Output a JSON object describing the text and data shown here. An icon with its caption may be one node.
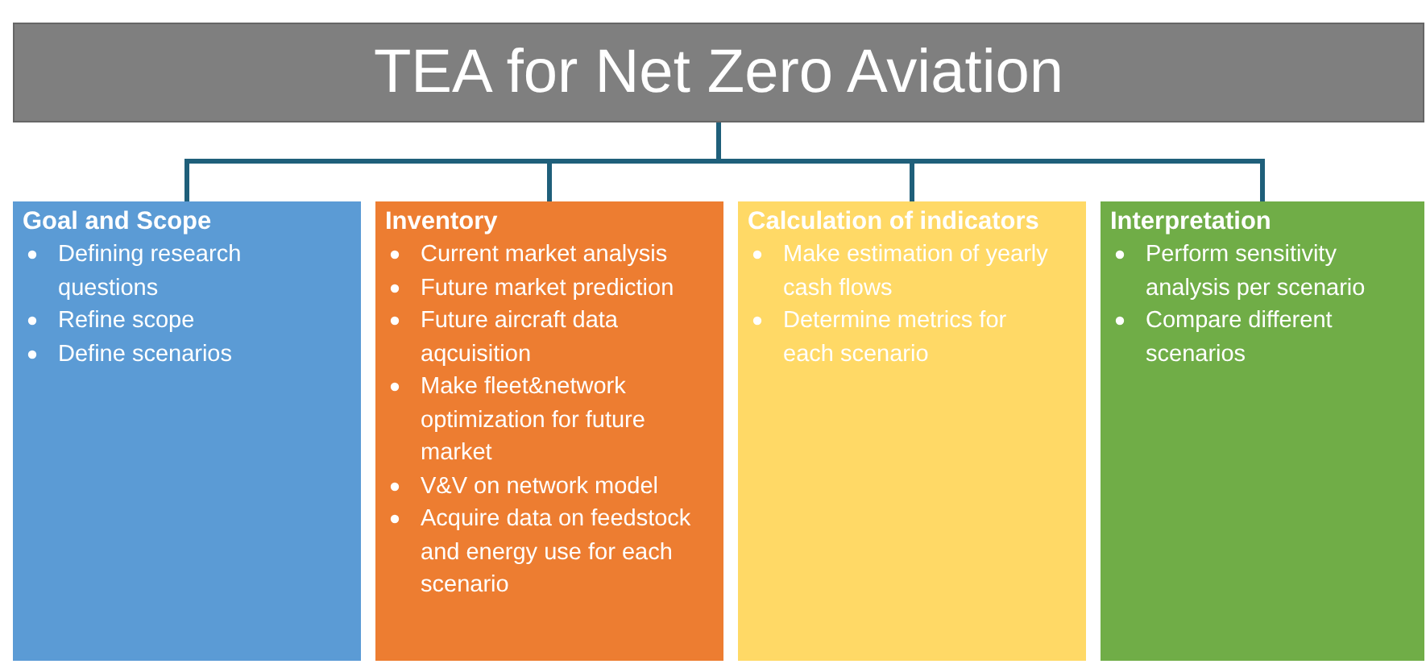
{
  "diagram": {
    "nodes": [
      {
        "text": [
          "TEA for Net Zero Aviation"
        ]
      },
      {
        "text": [
          "Goal and Scope",
          "Defining research questions",
          "Refine scope",
          "Define scenarios"
        ]
      },
      {
        "text": [
          "Inventory",
          "Current market analysis",
          "Future market prediction",
          "Future aircraft data aqcuisition",
          "Make fleet&network optimization for future market",
          "V&V on network model",
          "Acquire data on feedstock and energy use for each scenario"
        ]
      },
      {
        "text": [
          "Calculation of indicators",
          "Make estimation of yearly cash flows",
          "Determine metrics for each scenario"
        ]
      },
      {
        "text": [
          "Interpretation",
          "Perform sensitivity analysis per scenario",
          "Compare different scenarios"
        ]
      }
    ],
    "edges": [
      {
        "from": 0,
        "to": 1,
        "arrow": "none"
      },
      {
        "from": 0,
        "to": 2,
        "arrow": "none"
      },
      {
        "from": 0,
        "to": 3,
        "arrow": "none"
      },
      {
        "from": 0,
        "to": 4,
        "arrow": "none"
      }
    ]
  }
}
